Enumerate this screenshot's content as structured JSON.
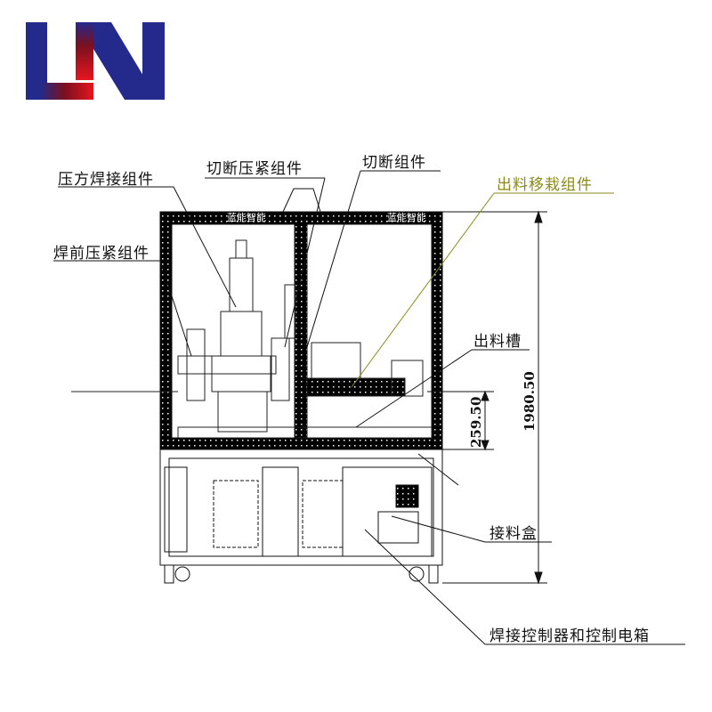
{
  "logo": {
    "text": "LN",
    "colors": {
      "blue": "#242a8c",
      "red": "#e5161e"
    }
  },
  "frame_branding": [
    "蓝能智能",
    "蓝能智能"
  ],
  "labels": {
    "pressure_weld": "压方焊接组件",
    "cut_clamp": "切断压紧组件",
    "cut": "切断组件",
    "discharge_transfer": "出料移栽组件",
    "pre_weld_clamp": "焊前压紧组件",
    "discharge_chute": "出料槽",
    "receiving_box": "接料盒",
    "controller_box": "焊接控制器和控制电箱"
  },
  "dimensions": {
    "total_height": "1980.50",
    "chute_height": "259.50"
  },
  "colors": {
    "highlight_label": "#8a8a1a",
    "line": "#111111"
  }
}
